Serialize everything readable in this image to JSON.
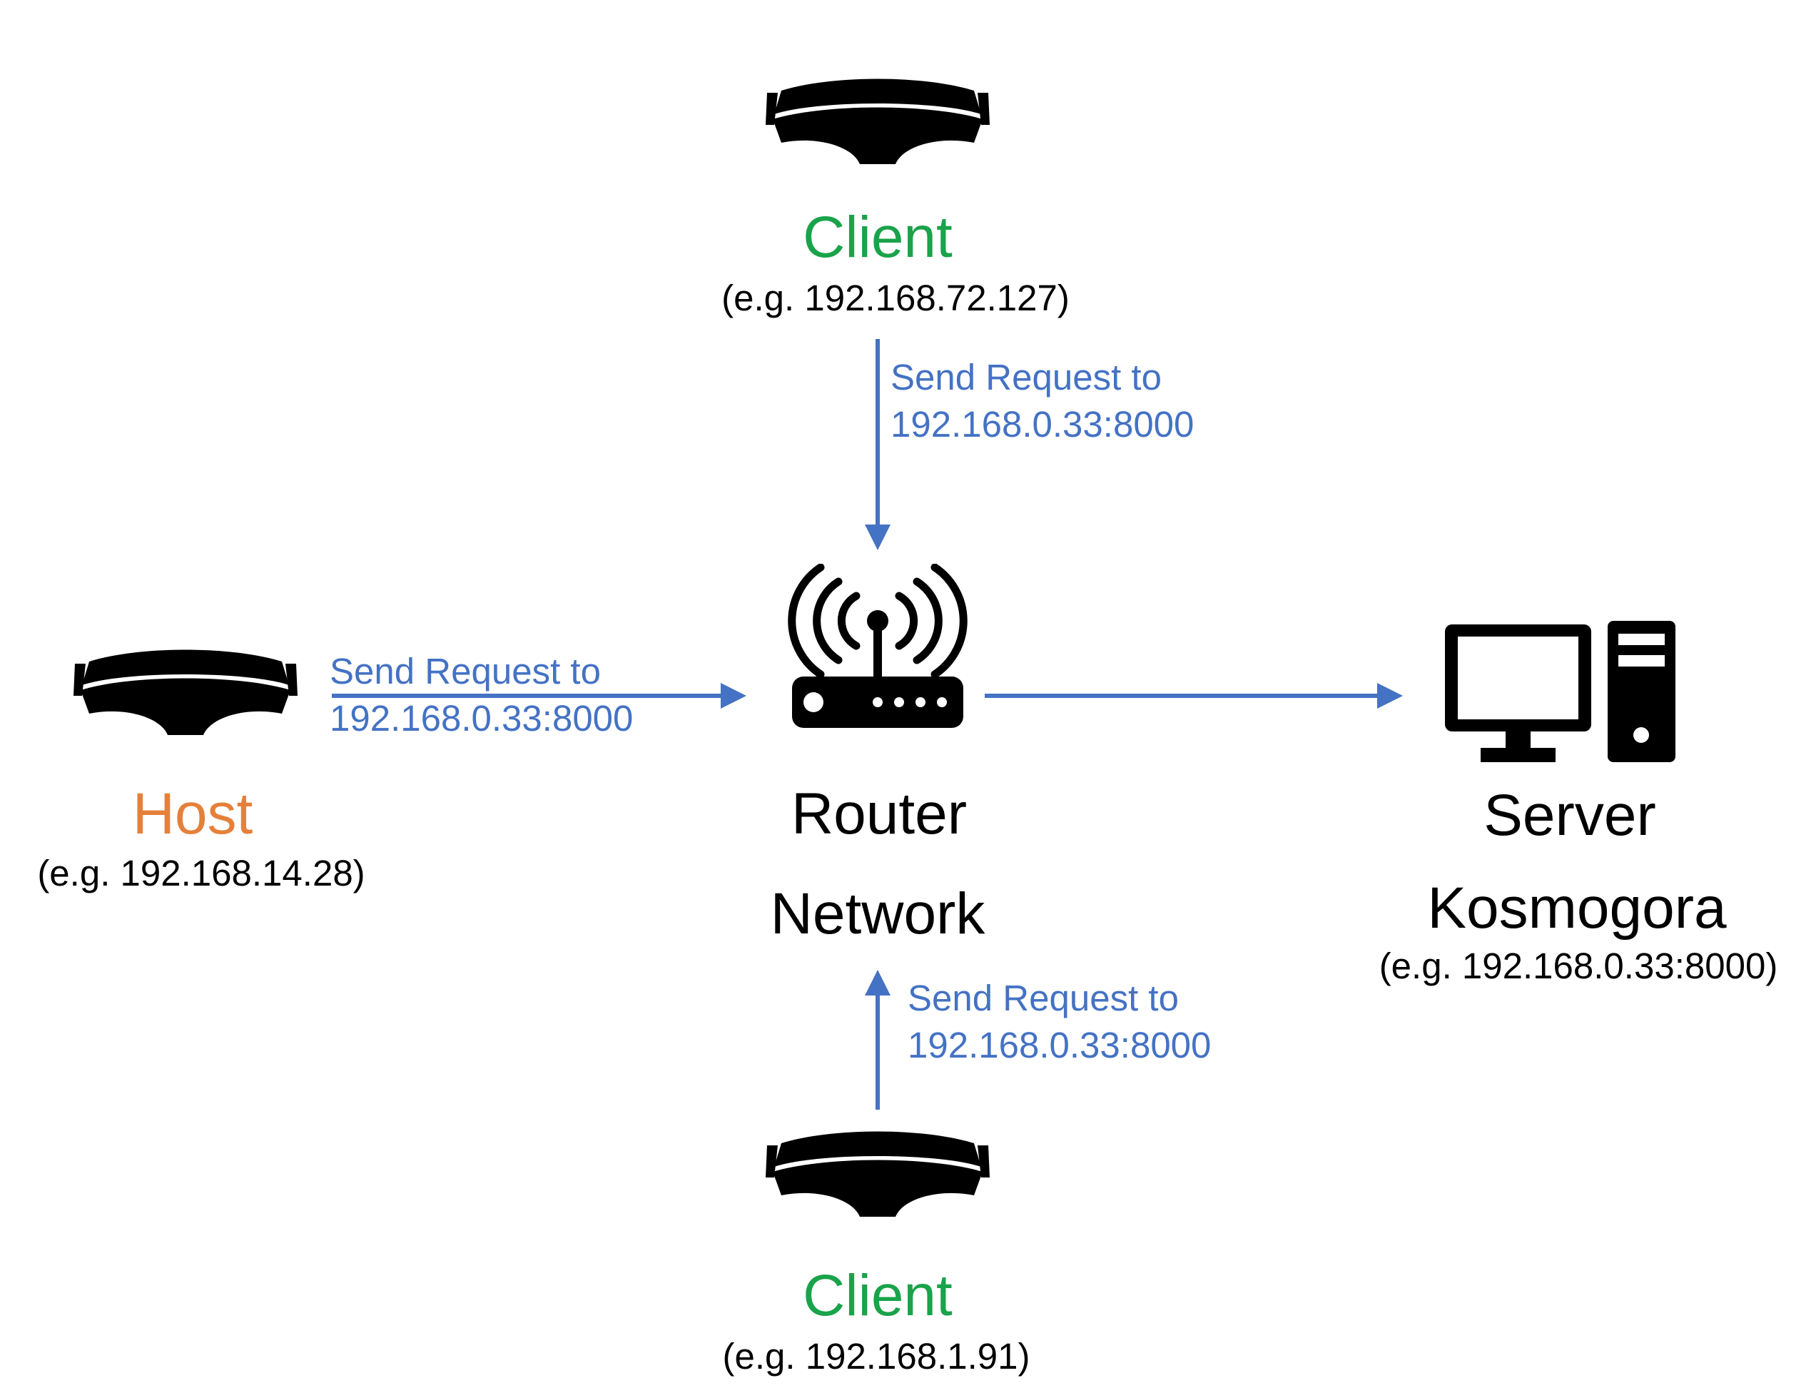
{
  "colors": {
    "client": "#1aa34a",
    "host": "#e5803a",
    "arrow": "#4472c4",
    "icon": "#000000"
  },
  "nodes": {
    "client_top": {
      "icon": "vr-headset-icon",
      "name": "Client",
      "ip": "(e.g. 192.168.72.127)"
    },
    "host": {
      "icon": "vr-headset-icon",
      "name": "Host",
      "ip": "(e.g. 192.168.14.28)"
    },
    "client_bottom": {
      "icon": "vr-headset-icon",
      "name": "Client",
      "ip": "(e.g. 192.168.1.91)"
    },
    "router": {
      "icon": "wifi-router-icon",
      "name": "Router",
      "network": "Network"
    },
    "server": {
      "icon": "desktop-computer-icon",
      "name": "Server",
      "subname": "Kosmogora",
      "ip": "(e.g. 192.168.0.33:8000)"
    }
  },
  "edges": {
    "client_top_to_router": {
      "line1": "Send Request to",
      "line2": "192.168.0.33:8000"
    },
    "host_to_router": {
      "line1": "Send Request to",
      "line2": "192.168.0.33:8000"
    },
    "client_bottom_to_router": {
      "line1": "Send Request to",
      "line2": "192.168.0.33:8000"
    },
    "router_to_server": {}
  }
}
